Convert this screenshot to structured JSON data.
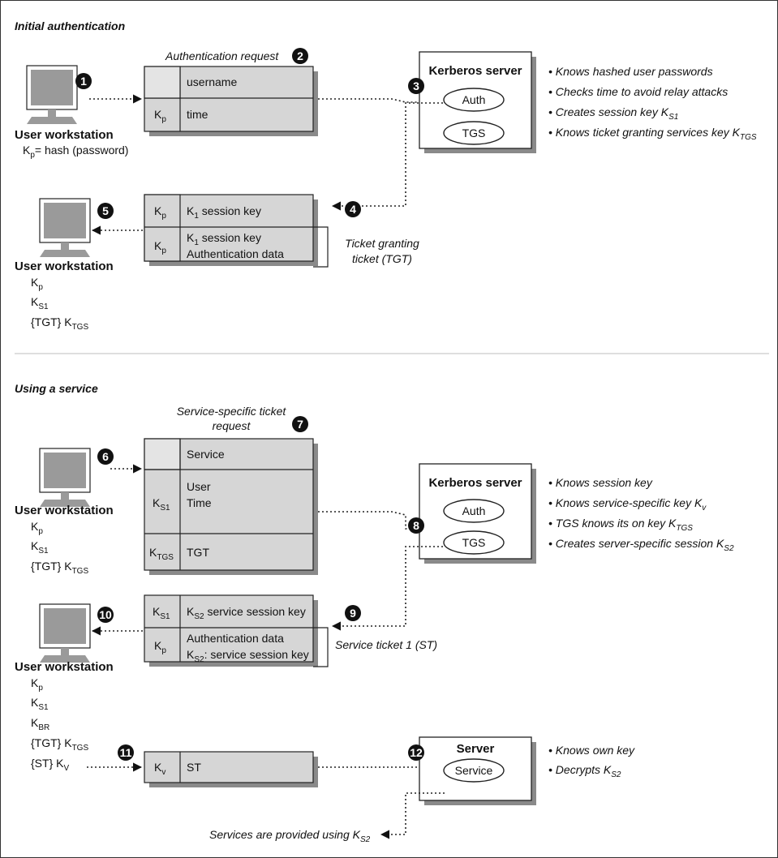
{
  "sections": {
    "initial": "Initial authentication",
    "service": "Using a service"
  },
  "numbers": [
    "1",
    "2",
    "3",
    "4",
    "5",
    "6",
    "7",
    "8",
    "9",
    "10",
    "11",
    "12"
  ],
  "workstation_label": "User workstation",
  "ws1": {
    "kp": "K",
    "kp_sub": "p",
    "rest": "= hash (password)"
  },
  "ws_keys": {
    "kp": [
      "K",
      "p"
    ],
    "ks1": [
      "K",
      "S1"
    ],
    "tgt": [
      "{TGT} K",
      "TGS"
    ],
    "kbr": [
      "K",
      "BR"
    ],
    "st": [
      "{ST} K",
      "V"
    ]
  },
  "msg1": {
    "title": "Authentication request",
    "row1": "username",
    "row2": "time",
    "key2": [
      "K",
      "p"
    ]
  },
  "msg2": {
    "row1_key": [
      "K",
      "p"
    ],
    "row1": [
      "K",
      "1",
      " session key"
    ],
    "row2_key": [
      "K",
      "p"
    ],
    "row2a": [
      "K",
      "1",
      " session key"
    ],
    "row2b": "Authentication data",
    "bracket": [
      "Ticket granting",
      "ticket (TGT)"
    ]
  },
  "kerberos": {
    "title": "Kerberos server",
    "auth": "Auth",
    "tgs": "TGS"
  },
  "notes1": [
    "• Knows hashed user passwords",
    "• Checks time to avoid relay attacks",
    "• Creates session key K",
    "• Knows ticket granting services key K"
  ],
  "notes1_subs": [
    "S1",
    "TGS"
  ],
  "msg3": {
    "title": [
      "Service-specific ticket",
      "request"
    ],
    "row1": "Service",
    "row2a": "User",
    "row2b": "Time",
    "key2": [
      "K",
      "S1"
    ],
    "row3": "TGT",
    "key3": [
      "K",
      "TGS"
    ]
  },
  "notes2": [
    "• Knows session key",
    "• Knows service-specific key K",
    "• TGS knows its on key K",
    "• Creates server-specific session K"
  ],
  "notes2_subs": [
    "v",
    "TGS",
    "S2"
  ],
  "msg4": {
    "row1_key": [
      "K",
      "S1"
    ],
    "row1": [
      "K",
      "S2",
      " service session key"
    ],
    "row2_key": [
      "K",
      "p"
    ],
    "row2a": "Authentication data",
    "row2b": [
      "K",
      "S2",
      ": service session key"
    ],
    "bracket": "Service ticket 1 (ST)"
  },
  "msg5": {
    "key": [
      "K",
      "v"
    ],
    "row": "ST"
  },
  "server": {
    "title": "Server",
    "service": "Service"
  },
  "notes3": [
    "• Knows own key",
    "• Decrypts K"
  ],
  "notes3_sub": "S2",
  "provided": [
    "Services are provided using  K",
    "S2"
  ]
}
